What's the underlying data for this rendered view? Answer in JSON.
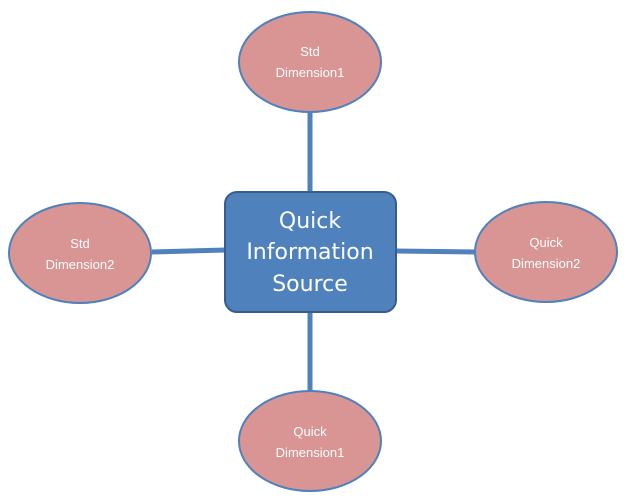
{
  "colors": {
    "connector": "#4f81bd",
    "center_fill": "#4f81bd",
    "center_stroke": "#385d8a",
    "node_fill": "#d99594",
    "node_stroke": "#4f81bd",
    "text": "#ffffff"
  },
  "center": {
    "lines": [
      "Quick",
      "Information",
      "Source"
    ]
  },
  "nodes": {
    "top": {
      "lines": [
        "Std",
        "Dimension1"
      ]
    },
    "left": {
      "lines": [
        "Std",
        "Dimension2"
      ]
    },
    "right": {
      "lines": [
        "Quick",
        "Dimension2"
      ]
    },
    "bottom": {
      "lines": [
        "Quick",
        "Dimension1"
      ]
    }
  }
}
